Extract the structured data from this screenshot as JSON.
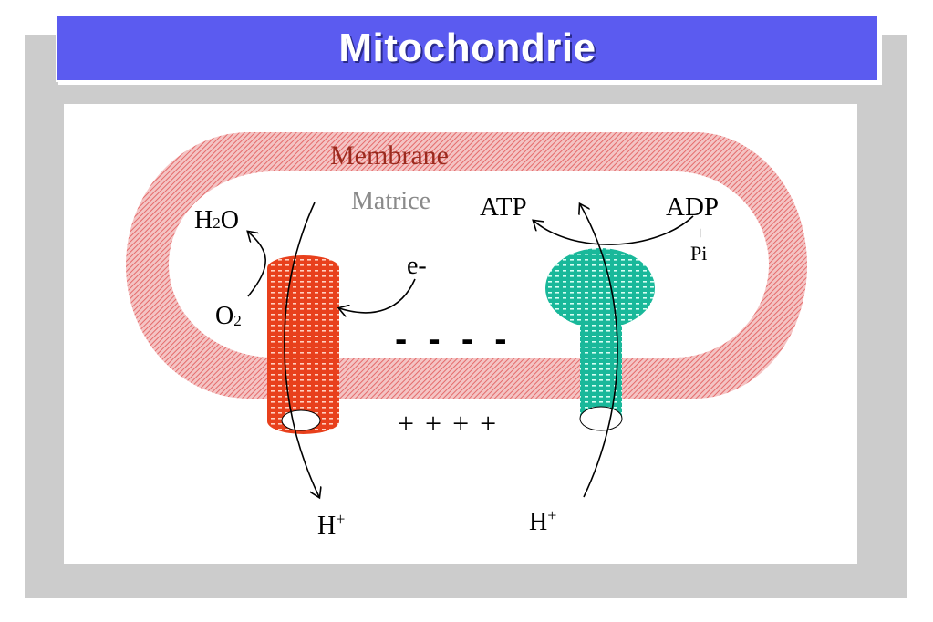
{
  "title": "Mitochondrie",
  "labels": {
    "membrane": "Membrane",
    "matrice": "Matrice",
    "h2o_h": "H",
    "h2o_sub": "2",
    "h2o_o": "O",
    "o2_o": "O",
    "o2_sub": "2",
    "electron": "e-",
    "atp": "ATP",
    "adp": "ADP",
    "plus": "+",
    "pi": "Pi",
    "h_plus_left": "H",
    "h_plus_right": "H",
    "h_sup": "+",
    "minus_charges": "- - - -",
    "plus_charges": "+ + + +"
  },
  "colors": {
    "title_bar": "#5b5bf0",
    "membrane": "#e87a7a",
    "membrane_label": "#9b2a1e",
    "matrice_label": "#8a8a8a",
    "complex_red": "#e8401c",
    "atp_synthase": "#19b89a"
  }
}
